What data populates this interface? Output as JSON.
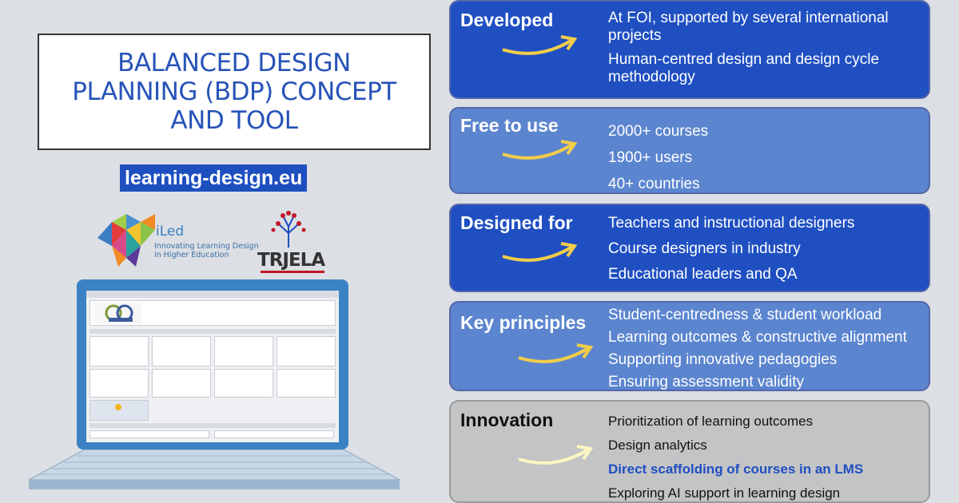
{
  "title": "BALANCED DESIGN\nPLANNING (BDP) CONCEPT\nAND TOOL",
  "website": "learning-design.eu",
  "logos": {
    "iled_name": "iLed",
    "iled_sub": "Innovating Learning Design\nin Higher Education",
    "trjela": "TRJELA"
  },
  "cards": [
    {
      "name": "Developed",
      "lines": [
        "At FOI, supported by several international projects",
        "Human-centred design and design cycle methodology"
      ]
    },
    {
      "name": "Free to use",
      "lines": [
        "2000+ courses",
        "1900+ users",
        "40+ countries"
      ]
    },
    {
      "name": "Designed for",
      "lines": [
        "Teachers and instructional designers",
        "Course designers in industry",
        "Educational leaders and QA"
      ]
    },
    {
      "name": "Key principles",
      "lines": [
        "Student-centredness & student workload",
        "Learning outcomes & constructive alignment",
        "Supporting innovative pedagogies",
        "Ensuring assessment validity"
      ]
    },
    {
      "name": "Innovation",
      "lines": [
        "Prioritization of learning outcomes",
        "Design analytics",
        "Direct scaffolding of courses in an LMS",
        "Exploring AI support in learning design"
      ]
    }
  ],
  "colors": {
    "blue_dark": "#1f4fc1",
    "blue_light": "#5b85cf",
    "grey": "#c3c4c6",
    "arrow": "#f2cd4a"
  }
}
